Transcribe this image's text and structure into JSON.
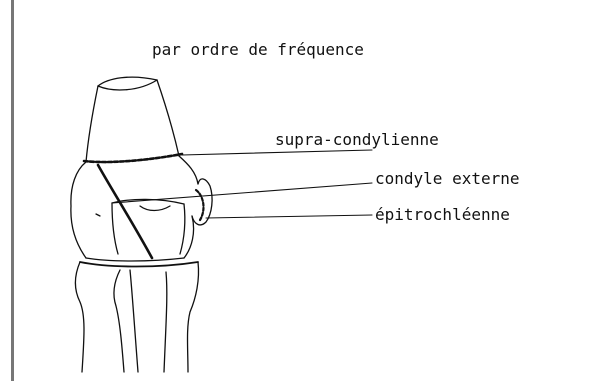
{
  "title": "par ordre de fréquence",
  "labels": {
    "supra_condylienne": "supra-condylienne",
    "condyle_externe": "condyle externe",
    "epitrochleenne": "épitrochléenne"
  },
  "colors": {
    "ink": "#111111",
    "rule": "#777777",
    "background": "#ffffff"
  }
}
